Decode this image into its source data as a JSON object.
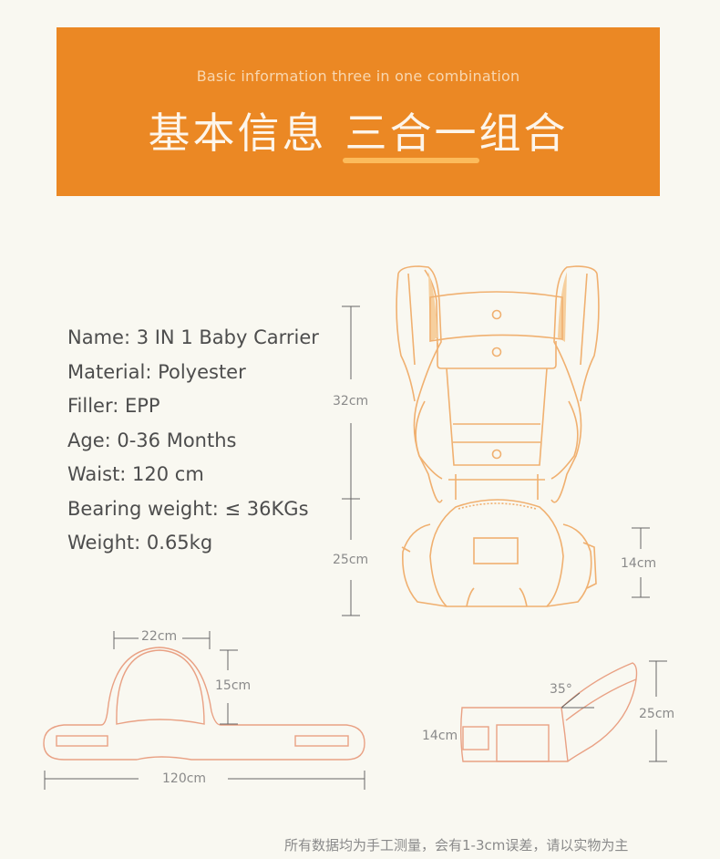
{
  "banner": {
    "subtitle": "Basic information three in one combination",
    "title_left": "基本信息",
    "title_right": "三合一组合",
    "color": "#eb8824",
    "underline_color": "#fcbb5c"
  },
  "specs": [
    "Name: 3 IN 1 Baby Carrier",
    "Material: Polyester",
    "Filler: EPP",
    "Age: 0-36 Months",
    "Waist: 120 cm",
    "Bearing weight: ≤ 36KGs",
    "Weight: 0.65kg"
  ],
  "carrier_dimensions": {
    "upper_height": "32cm",
    "lower_height": "25cm",
    "seat_depth": "14cm"
  },
  "belt_dimensions": {
    "head_width": "22cm",
    "head_height": "15cm",
    "total_length": "120cm"
  },
  "seat_dimensions": {
    "angle": "35°",
    "height": "25cm",
    "width": "14cm"
  },
  "footnote": "所有数据均为手工测量，会有1-3cm误差，请以实物为主",
  "colors": {
    "background": "#f9f8f1",
    "line_orange": "#f0b070",
    "belt_line": "#e9a184",
    "text": "#4d4d4d"
  }
}
